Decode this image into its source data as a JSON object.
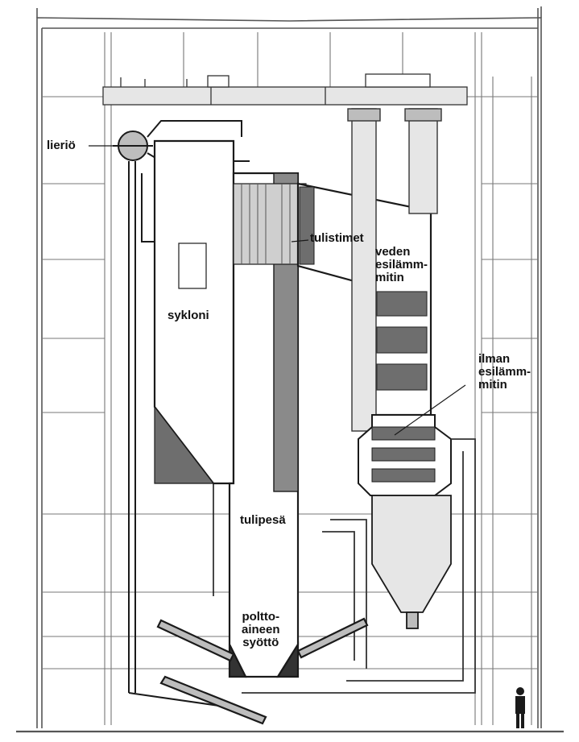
{
  "labels": {
    "drum": "lieriö",
    "superheaters": "tulistimet",
    "economizer": "veden\nesilämm-\nmitin",
    "cyclone": "sykloni",
    "air_preheater": "ilman\nesilämm-\nmitin",
    "furnace": "tulipesä",
    "fuel_feed": "poltto-\naineen\nsyöttö"
  },
  "colors": {
    "line": "#1a1a1a",
    "structure": "#555555",
    "fill_light": "#e6e6e6",
    "fill_mid": "#bdbdbd",
    "fill_dark": "#6e6e6e"
  }
}
